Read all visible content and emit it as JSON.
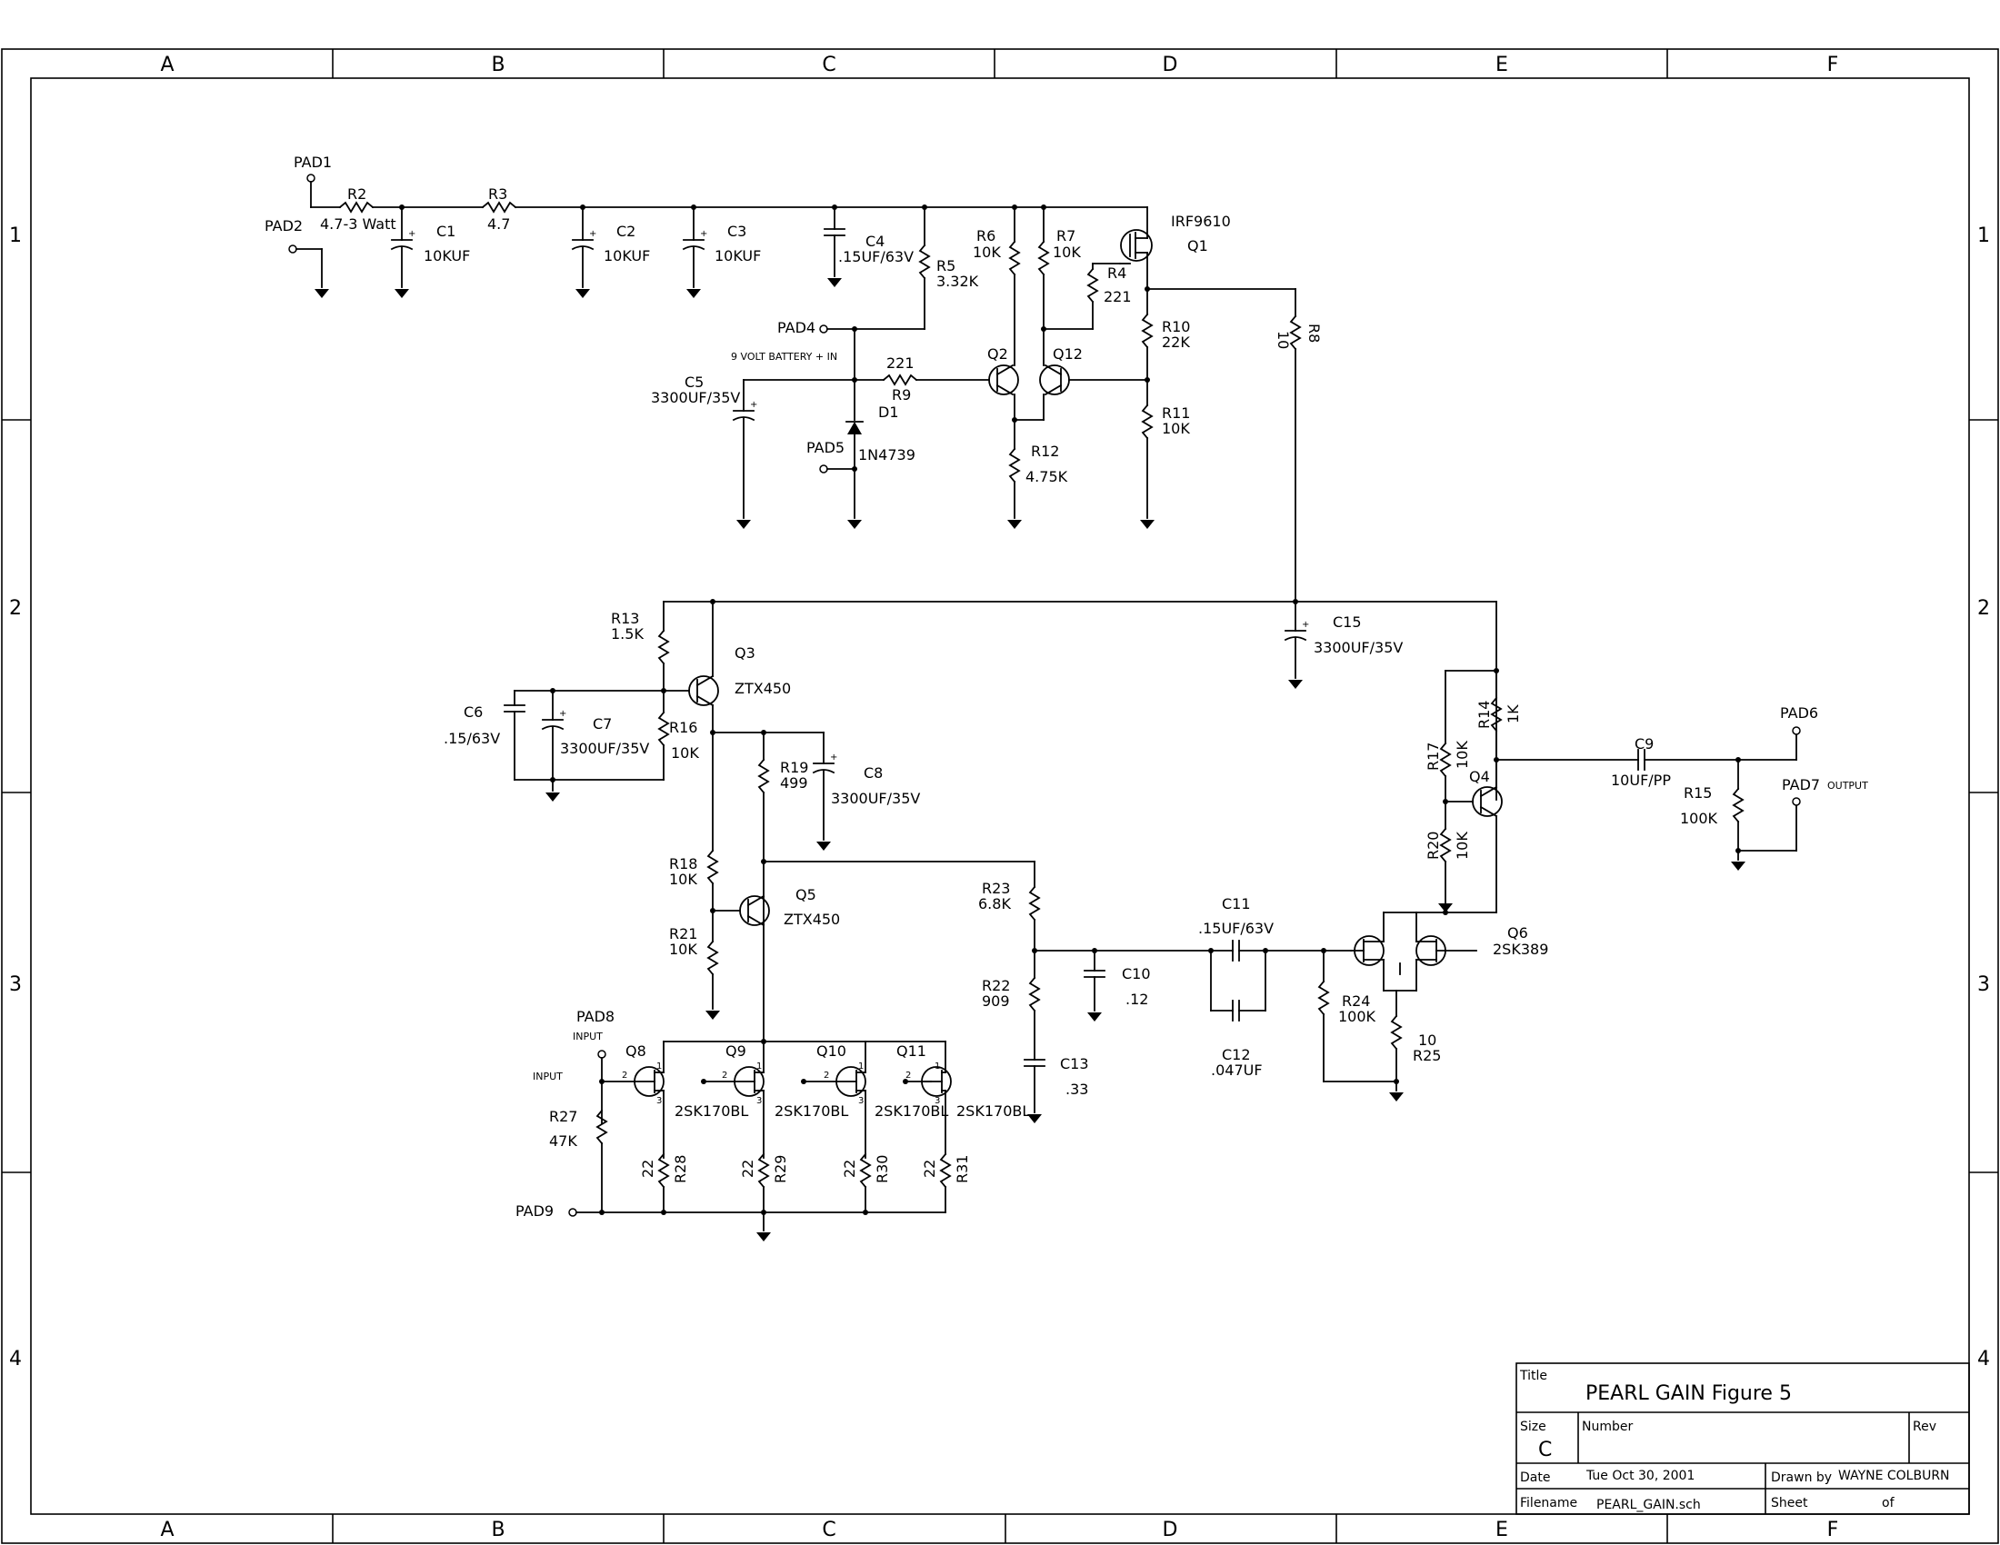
{
  "title_block": {
    "title_label": "Title",
    "title": "PEARL GAIN Figure 5",
    "size_label": "Size",
    "size": "C",
    "number_label": "Number",
    "rev_label": "Rev",
    "date_label": "Date",
    "date": "Tue Oct 30, 2001",
    "drawn_by_label": "Drawn by",
    "drawn_by": "WAYNE COLBURN",
    "filename_label": "Filename",
    "filename": "PEARL_GAIN.sch",
    "sheet_label": "Sheet",
    "of_label": "of"
  },
  "zones": {
    "columns": [
      "A",
      "B",
      "C",
      "D",
      "E",
      "F"
    ],
    "rows": [
      "1",
      "2",
      "3",
      "4"
    ]
  },
  "labels": {
    "pad1": "PAD1",
    "pad2": "PAD2",
    "pad4": "PAD4",
    "pad5": "PAD5",
    "pad6": "PAD6",
    "pad7": "PAD7",
    "pad8": "PAD8",
    "pad9": "PAD9",
    "battery_note": "9 VOLT BATTERY + IN",
    "output_note": "OUTPUT",
    "input_note": "INPUT",
    "input_label": "INPUT",
    "r2": "R2",
    "r2_val": "4.7-3 Watt",
    "r3": "R3",
    "r3_val": "4.7",
    "c1": "C1",
    "c1_val": "10KUF",
    "c2": "C2",
    "c2_val": "10KUF",
    "c3": "C3",
    "c3_val": "10KUF",
    "c4": "C4",
    "c4_val": ".15UF/63V",
    "r5": "R5",
    "r5_val": "3.32K",
    "r6": "R6",
    "r6_val": "10K",
    "r7": "R7",
    "r7_val": "10K",
    "r4": "R4",
    "r4_val": "221",
    "q1_part": "IRF9610",
    "q1": "Q1",
    "r10": "R10",
    "r10_val": "22K",
    "r11": "R11",
    "r11_val": "10K",
    "r8_val": "10",
    "r8": "R8",
    "q2": "Q2",
    "q12": "Q12",
    "r9_val": "221",
    "r9": "R9",
    "d1": "D1",
    "d1_part": "1N4739",
    "c5": "C5",
    "c5_val": "3300UF/35V",
    "r12": "R12",
    "r12_val": "4.75K",
    "r13": "R13",
    "r13_val": "1.5K",
    "q3": "Q3",
    "q3_part": "ZTX450",
    "c6": "C6",
    "c6_val": ".15/63V",
    "c7": "C7",
    "c7_val": "3300UF/35V",
    "r16": "R16",
    "r16_val": "10K",
    "r19": "R19",
    "r19_val": "499",
    "c8": "C8",
    "c8_val": "3300UF/35V",
    "r18": "R18",
    "r18_val": "10K",
    "q5": "Q5",
    "q5_part": "ZTX450",
    "r21": "R21",
    "r21_val": "10K",
    "c15": "C15",
    "c15_val": "3300UF/35V",
    "r14": "R14",
    "r14_val": "1K",
    "r17": "R17",
    "r17_val": "10K",
    "q4": "Q4",
    "r20": "R20",
    "r20_val": "10K",
    "c9": "C9",
    "c9_val": "10UF/PP",
    "r15": "R15",
    "r15_val": "100K",
    "r23": "R23",
    "r23_val": "6.8K",
    "r22": "R22",
    "r22_val": "909",
    "c10": "C10",
    "c10_val": ".12",
    "c13": "C13",
    "c13_val": ".33",
    "c11": "C11",
    "c11_val": ".15UF/63V",
    "c12": "C12",
    "c12_val": ".047UF",
    "r24": "R24",
    "r24_val": "100K",
    "r25_val": "10",
    "r25": "R25",
    "q6": "Q6",
    "q6_part": "2SK389",
    "q8": "Q8",
    "q9": "Q9",
    "q10": "Q10",
    "q11": "Q11",
    "jfet_part": "2SK170BL",
    "r27": "R27",
    "r27_val": "47K",
    "r28_val": "22",
    "r28": "R28",
    "r29_val": "22",
    "r29": "R29",
    "r30_val": "22",
    "r30": "R30",
    "r31_val": "22",
    "r31": "R31",
    "pin1": "1",
    "pin2": "2",
    "pin3": "3"
  }
}
